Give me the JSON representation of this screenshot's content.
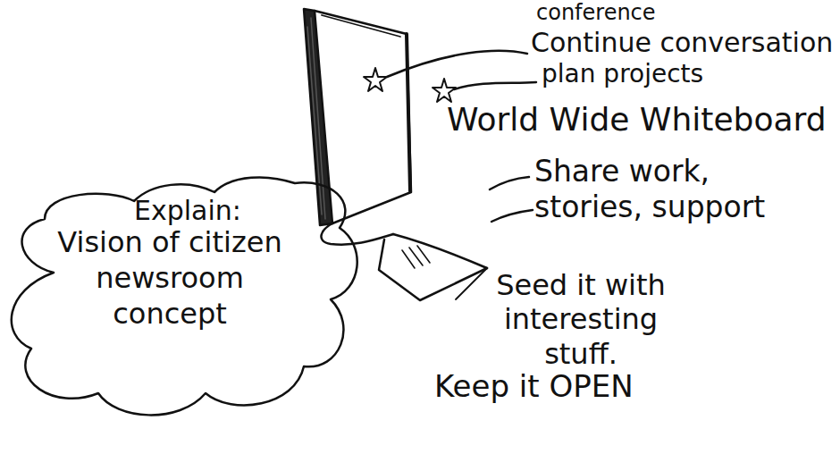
{
  "diagram": {
    "nodes": [
      {
        "text": [
          "Explain:",
          "Vision of citizen newsroom concept"
        ]
      }
    ],
    "labels": [
      "conference",
      "Continue conversation",
      "plan projects",
      "World Wide Whiteboard",
      "Share work, stories, support",
      "Seed it with interesting stuff.",
      "Keep it OPEN"
    ]
  }
}
